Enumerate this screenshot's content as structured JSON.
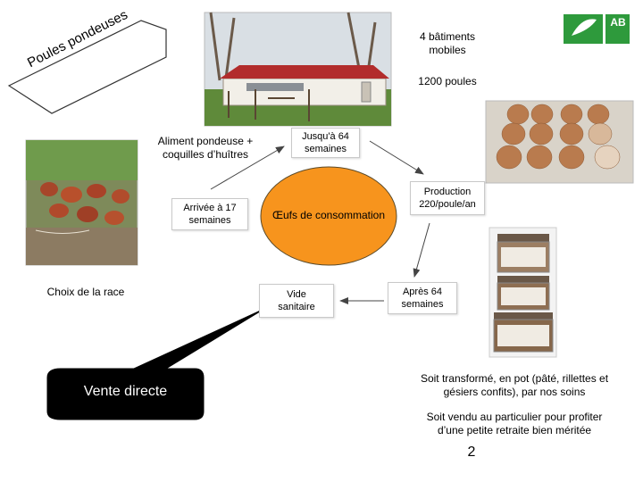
{
  "banner": {
    "title": "Poules pondeuses"
  },
  "top_right": {
    "line1": "4 bâtiments",
    "line2": "mobiles",
    "line3": "1200 poules"
  },
  "left_labels": {
    "feed_line1": "Aliment pondeuse +",
    "feed_line2": "coquilles d’huîtres",
    "breed": "Choix de la race"
  },
  "cycle": {
    "center": "Œufs de consommation",
    "arrival": {
      "line1": "Arrivée à 17",
      "line2": "semaines"
    },
    "until": {
      "line1": "Jusqu'à 64",
      "line2": "semaines"
    },
    "production": {
      "line1": "Production",
      "line2": "220/poule/an"
    },
    "after": {
      "line1": "Après 64",
      "line2": "semaines"
    },
    "empty": {
      "line1": "Vide",
      "line2": "sanitaire"
    }
  },
  "direct_sale": {
    "label": "Vente directe"
  },
  "bottom_text": {
    "transformed_line1": "Soit transformé, en pot (pâté, rillettes et",
    "transformed_line2": "gésiers confits), par nos soins",
    "sold_line1": "Soit vendu au particulier pour profiter",
    "sold_line2": "d’une petite retraite bien méritée"
  },
  "page_number": "2",
  "logo": {
    "text": "AB",
    "color": "#2e9a3c"
  },
  "colors": {
    "center_fill": "#f7941d",
    "arrow": "#444444"
  }
}
